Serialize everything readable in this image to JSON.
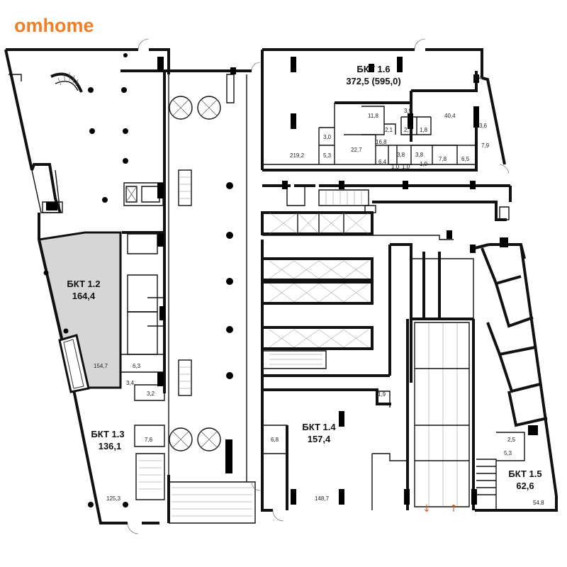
{
  "brand": {
    "name": "omhome",
    "color": "#f07e26"
  },
  "colors": {
    "highlight_fill": "#d6d6d6",
    "arrow": "#e0551f",
    "wall": "#111111"
  },
  "units": [
    {
      "id": "1-2",
      "title_line1": "БКТ 1.2",
      "title_line2": "164,4",
      "highlighted": true
    },
    {
      "id": "1-3",
      "title_line1": "БКТ 1.3",
      "title_line2": "136,1",
      "highlighted": false
    },
    {
      "id": "1-4",
      "title_line1": "БКТ 1.4",
      "title_line2": "157,4",
      "highlighted": false
    },
    {
      "id": "1-5",
      "title_line1": "БКТ 1.5",
      "title_line2": "62,6",
      "highlighted": false
    },
    {
      "id": "1-6",
      "title_line1": "БКТ 1.6",
      "title_line2": "372,5 (595,0)",
      "highlighted": false
    }
  ],
  "room_areas": {
    "r154_7": "154,7",
    "r6_3": "6,3",
    "r3_4": "3,4",
    "r3_2": "3,2",
    "r7_6": "7,6",
    "r125_3": "125,3",
    "r6_8": "6,8",
    "r1_9a": "1,9",
    "r148_7": "148,7",
    "r2_5": "2,5",
    "r5_3": "5,3",
    "r54_8": "54,8",
    "r2_4": "2,4",
    "r11_8": "11,8",
    "r3_9": "3,9",
    "r40_4": "40,4",
    "r2_1a": "2,1",
    "r2_1b": "2,1",
    "r1_8": "1,8",
    "r3_6": "3,6",
    "r16_8": "16,8",
    "r3_0": "3,0",
    "r219_2": "219,2",
    "r5_3b": "5,3",
    "r22_7": "22,7",
    "r7_9": "7,9",
    "r3_8a": "3,8",
    "r3_8b": "3,8",
    "r7_8": "7,8",
    "r6_5": "6,5",
    "r6_4": "6,4",
    "r1_0a": "1,0",
    "r1_0b": "1,0",
    "r1_9b": "1,9"
  },
  "icons": {
    "arrow_down": "arrow-down-icon",
    "arrow_up": "arrow-up-icon"
  },
  "arrows": {
    "down": "↓",
    "up": "↑"
  }
}
